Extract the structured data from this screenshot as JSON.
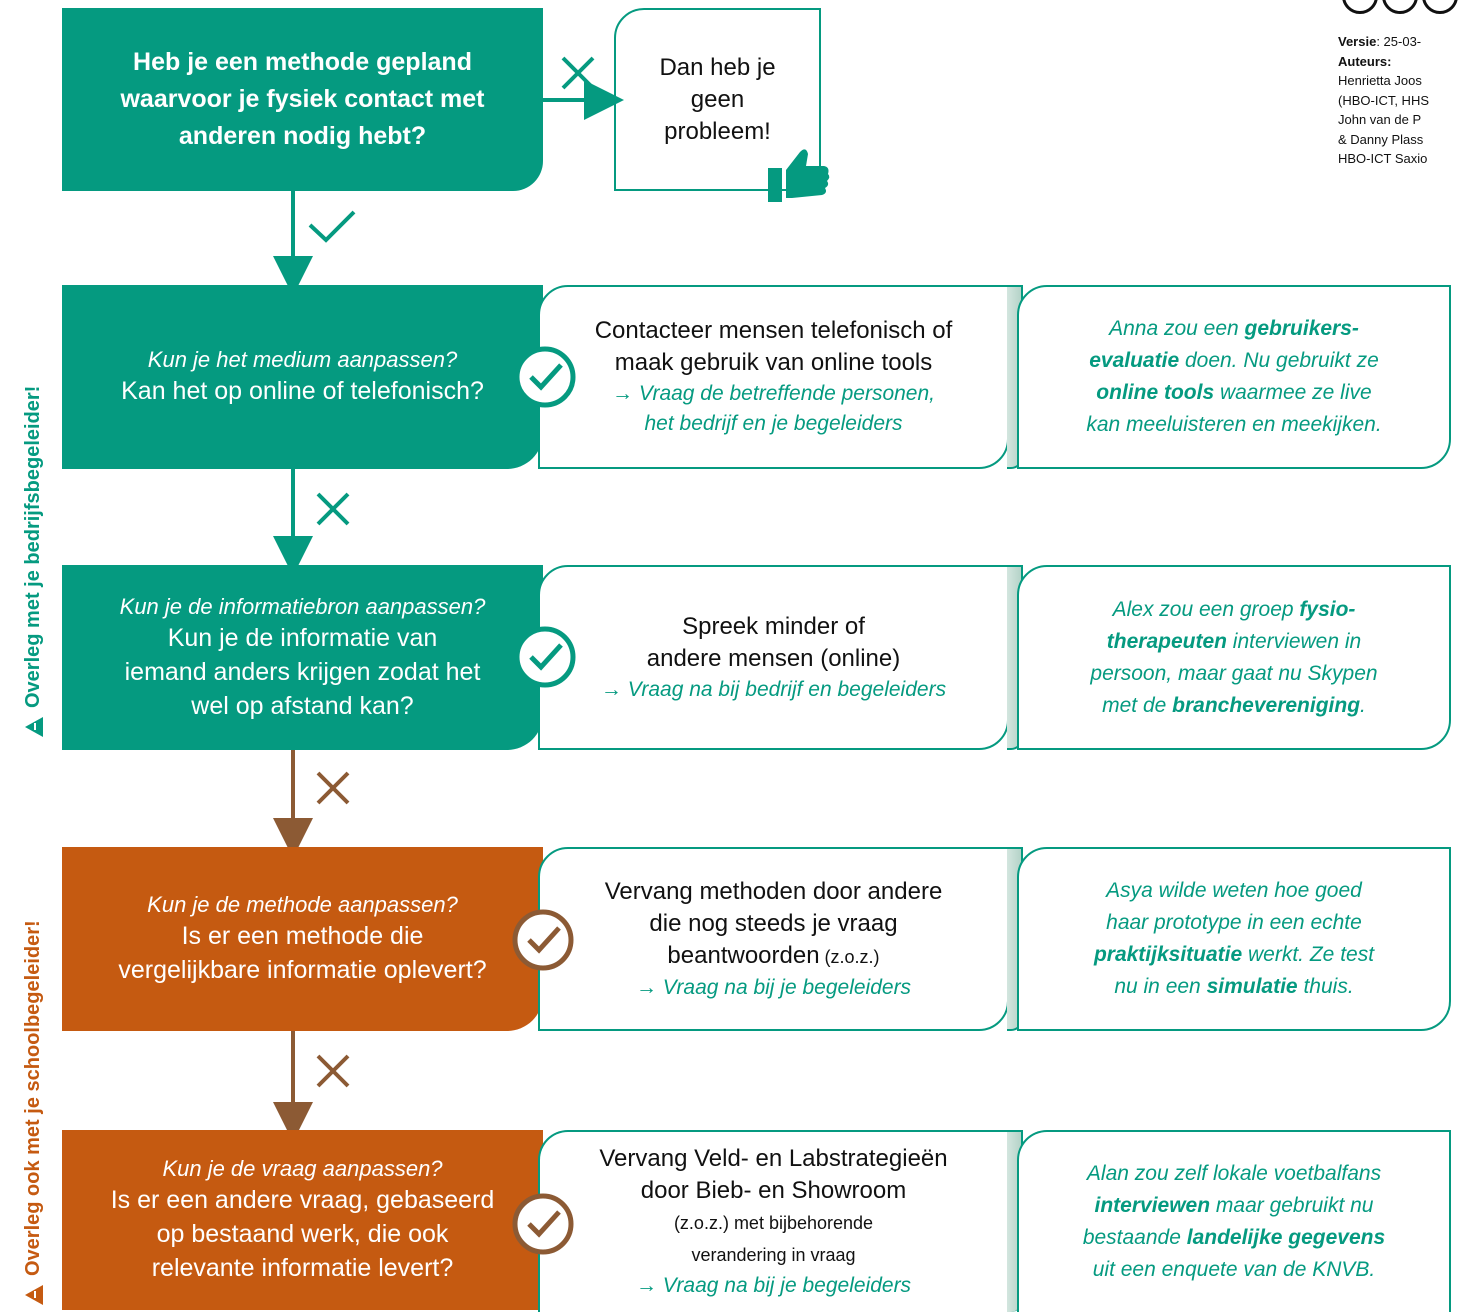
{
  "top": {
    "question_lines": [
      "Heb je een methode gepland",
      "waarvoor je fysiek contact met",
      "anderen nodig hebt?"
    ],
    "no_problem_lines": [
      "Dan heb je",
      "geen",
      "probleem!"
    ]
  },
  "meta": {
    "version_label": "Versie",
    "version_value": ": 25-03-",
    "authors_label": "Auteurs:",
    "authors_lines": [
      "Henrietta Joos",
      "(HBO-ICT, HHS",
      "John van de P",
      "& Danny Plass",
      "HBO-ICT Saxio"
    ]
  },
  "side_labels": {
    "company": "Overleg met je bedrijfsbegeleider!",
    "school": "Overleg ook met je schoolbegeleider!"
  },
  "rows": [
    {
      "question_italic": "Kun je het medium aanpassen?",
      "question_lines": [
        "Kan het op online of telefonisch?"
      ],
      "action_lines": [
        "Contacteer mensen telefonisch of",
        "maak gebruik van online tools"
      ],
      "action_hint_lines": [
        "→ Vraag de betreffende personen,",
        "het bedrijf en je begeleiders"
      ],
      "example": [
        {
          "t": "Anna zou een ",
          "b": false
        },
        {
          "t": "gebruikers-",
          "b": true
        },
        {
          "br": true
        },
        {
          "t": "evaluatie",
          "b": true
        },
        {
          "t": " doen. Nu gebruikt ze",
          "b": false
        },
        {
          "br": true
        },
        {
          "t": "online tools",
          "b": true
        },
        {
          "t": " waarmee ze live",
          "b": false
        },
        {
          "br": true
        },
        {
          "t": "kan meeluisteren en meekijken.",
          "b": false
        }
      ]
    },
    {
      "question_italic": "Kun je de informatiebron aanpassen?",
      "question_lines": [
        "Kun je de informatie van",
        "iemand anders krijgen zodat het",
        "wel op afstand kan?"
      ],
      "action_lines": [
        "Spreek minder of",
        "andere mensen (online)"
      ],
      "action_hint_lines": [
        "→ Vraag na bij bedrijf en begeleiders"
      ],
      "example": [
        {
          "t": "Alex zou een groep ",
          "b": false
        },
        {
          "t": "fysio-",
          "b": true
        },
        {
          "br": true
        },
        {
          "t": "therapeuten",
          "b": true
        },
        {
          "t": " interviewen in",
          "b": false
        },
        {
          "br": true
        },
        {
          "t": "persoon, maar gaat nu Skypen",
          "b": false
        },
        {
          "br": true
        },
        {
          "t": "met de ",
          "b": false
        },
        {
          "t": "branchevereniging",
          "b": true
        },
        {
          "t": ".",
          "b": false
        }
      ]
    },
    {
      "question_italic": "Kun je de methode aanpassen?",
      "question_lines": [
        "Is er een methode die",
        "vergelijkbare informatie oplevert?"
      ],
      "action_lines": [
        "Vervang methoden door andere",
        "die nog steeds je vraag"
      ],
      "action_extra_main": "beantwoorden",
      "action_extra_small": " (z.o.z.)",
      "action_hint_lines": [
        "→ Vraag na bij je begeleiders"
      ],
      "example": [
        {
          "t": "Asya wilde weten hoe goed",
          "b": false
        },
        {
          "br": true
        },
        {
          "t": "haar prototype in een echte",
          "b": false
        },
        {
          "br": true
        },
        {
          "t": "praktijksituatie",
          "b": true
        },
        {
          "t": " werkt. Ze test",
          "b": false
        },
        {
          "br": true
        },
        {
          "t": "nu in een ",
          "b": false
        },
        {
          "t": "simulatie",
          "b": true
        },
        {
          "t": " thuis.",
          "b": false
        }
      ]
    },
    {
      "question_italic": "Kun je de vraag aanpassen?",
      "question_lines": [
        "Is er een andere vraag, gebaseerd",
        "op bestaand werk, die ook",
        "relevante informatie levert?"
      ],
      "action_lines": [
        "Vervang Veld- en Labstrategieën",
        "door Bieb- en Showroom"
      ],
      "action_small_lines": [
        "(z.o.z.) met bijbehorende",
        "verandering in vraag"
      ],
      "action_hint_lines": [
        "→ Vraag na bij je begeleiders"
      ],
      "example": [
        {
          "t": "Alan zou zelf lokale voetbalfans",
          "b": false
        },
        {
          "br": true
        },
        {
          "t": "interviewen",
          "b": true
        },
        {
          "t": " maar gebruikt nu",
          "b": false
        },
        {
          "br": true
        },
        {
          "t": "bestaande ",
          "b": false
        },
        {
          "t": "landelijke gegevens",
          "b": true
        },
        {
          "br": true
        },
        {
          "t": "uit een enquete van de KNVB.",
          "b": false
        }
      ]
    }
  ],
  "colors": {
    "green": "#059a80",
    "orange": "#c55a11",
    "brown_arrow": "#8c5a34",
    "check_brown": "#8c5a34"
  },
  "icons": [
    "cross-icon",
    "check-icon",
    "check-circle-icon",
    "thumbs-up-icon",
    "warning-icon",
    "cc-icon"
  ]
}
